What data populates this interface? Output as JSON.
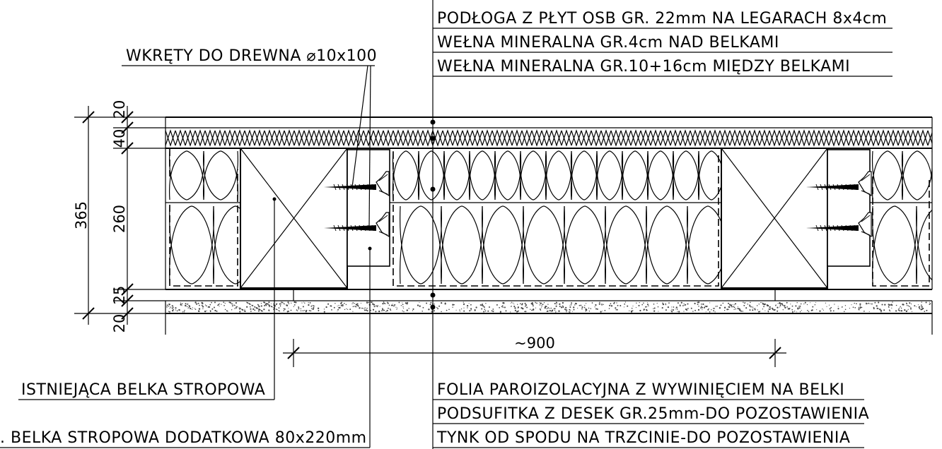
{
  "labels_top": [
    "PODŁOGA Z PŁYT OSB GR. 22mm NA LEGARACH 8x4cm",
    "WEŁNA MINERALNA GR.4cm NAD BELKAMI",
    "WEŁNA MINERALNA GR.10+16cm MIĘDZY BELKAMI"
  ],
  "labels_bottom": [
    "FOLIA PAROIZOLACYJNA Z WYWINIĘCIEM NA BELKI",
    "PODSUFITKA Z DESEK GR.25mm-DO POZOSTAWIENIA",
    "TYNK OD SPODU NA TRZCINIE-DO POZOSTAWIENIA"
  ],
  "screws_label": "WKRĘTY DO DREWNA ⌀10x100",
  "beam_existing_label": "ISTNIEJĄCA BELKA STROPOWA",
  "beam_additional_label": ". BELKA STROPOWA DODATKOWA 80x220mm",
  "dimensions": {
    "total": "365",
    "d20_top": "20",
    "d40": "40",
    "d260": "260",
    "d25": "25",
    "d20_bottom": "20",
    "spacing": "~900"
  }
}
